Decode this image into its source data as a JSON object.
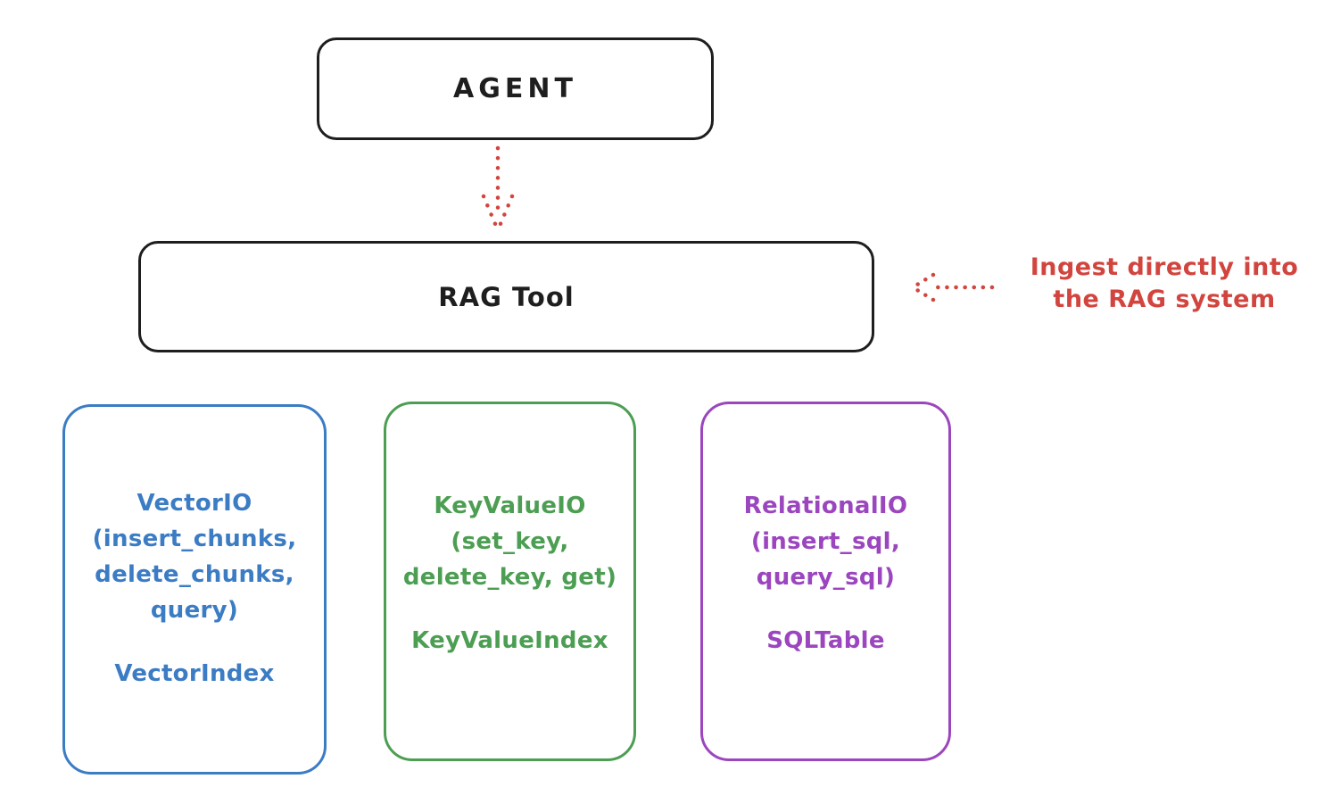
{
  "agent_box": {
    "label": "AGENT",
    "stroke": "#1e1e1e"
  },
  "rag_tool_box": {
    "label": "RAG Tool",
    "stroke": "#1e1e1e"
  },
  "agent_to_rag_arrow": {
    "style": "dotted",
    "direction": "down",
    "color": "#d2453f"
  },
  "ingest_annotation": {
    "text": "Ingest directly into\nthe RAG system",
    "color": "#d2453f",
    "arrow": {
      "style": "dotted",
      "direction": "left",
      "color": "#d2453f"
    }
  },
  "backend_boxes": [
    {
      "id": "vector-io",
      "color": "#3b7cc4",
      "io_label": "VectorIO\n(insert_chunks,\ndelete_chunks,\nquery)",
      "index_label": "VectorIndex"
    },
    {
      "id": "keyvalue-io",
      "color": "#4c9e52",
      "io_label": "KeyValueIO\n(set_key,\ndelete_key, get)",
      "index_label": "KeyValueIndex"
    },
    {
      "id": "relational-io",
      "color": "#9b46be",
      "io_label": "RelationalIO\n(insert_sql,\nquery_sql)",
      "index_label": "SQLTable"
    }
  ]
}
